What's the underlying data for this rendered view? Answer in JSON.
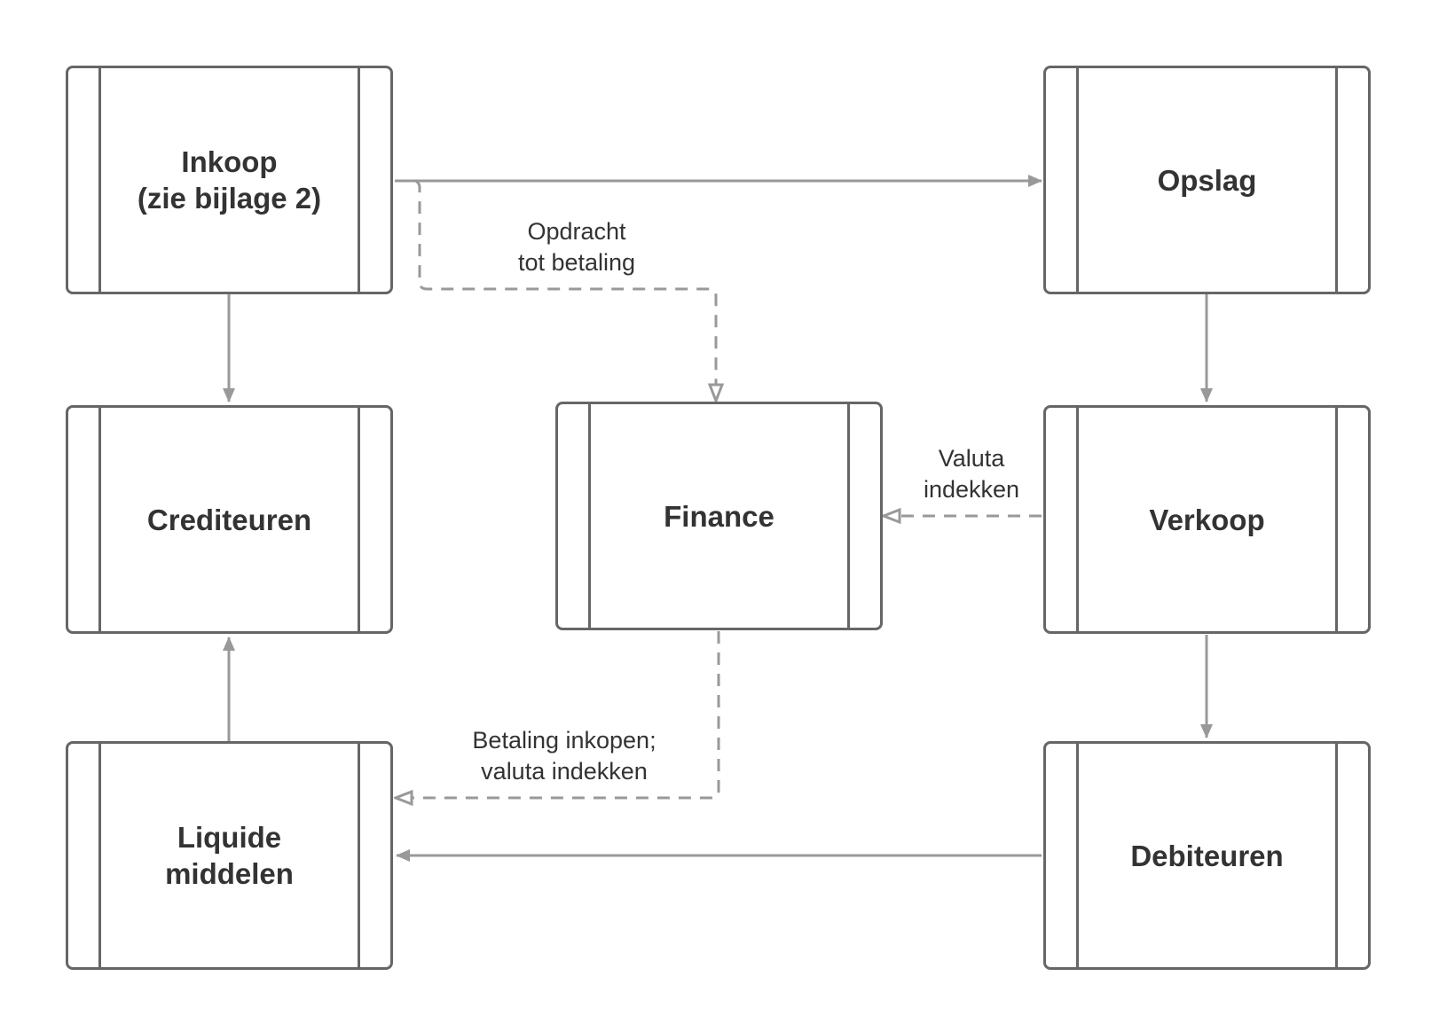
{
  "colors": {
    "box_border": "#666666",
    "arrow": "#999999",
    "text": "#333333",
    "background": "#ffffff"
  },
  "nodes": {
    "inkoop": "Inkoop\n(zie bijlage 2)",
    "opslag": "Opslag",
    "crediteuren": "Crediteuren",
    "finance": "Finance",
    "verkoop": "Verkoop",
    "liquide": "Liquide\nmiddelen",
    "debiteuren": "Debiteuren"
  },
  "edges": {
    "opdracht": "Opdracht\ntot betaling",
    "valuta": "Valuta\nindekken",
    "betaling": "Betaling inkopen;\nvaluta indekken"
  }
}
